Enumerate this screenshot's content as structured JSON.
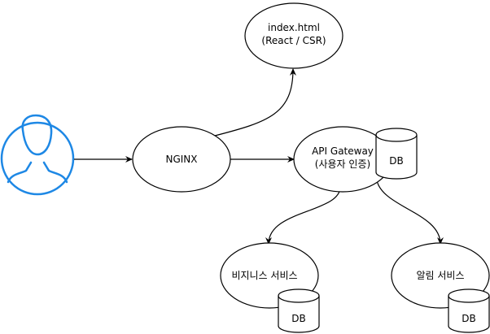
{
  "nodes": {
    "index_html": {
      "lines": [
        "index.html",
        "(React / CSR)"
      ]
    },
    "nginx": {
      "lines": [
        "NGINX"
      ]
    },
    "api_gateway": {
      "lines": [
        "API Gateway",
        "(사용자 인증)"
      ]
    },
    "business_service": {
      "lines": [
        "비지니스 서비스"
      ]
    },
    "notification_service": {
      "lines": [
        "알림 서비스"
      ]
    }
  },
  "databases": {
    "gateway_db": "DB",
    "business_db": "DB",
    "notification_db": "DB"
  },
  "colors": {
    "stroke": "#000000",
    "user_icon": "#1e88e5",
    "fill": "#ffffff"
  },
  "icons": {
    "user": "user-icon"
  }
}
